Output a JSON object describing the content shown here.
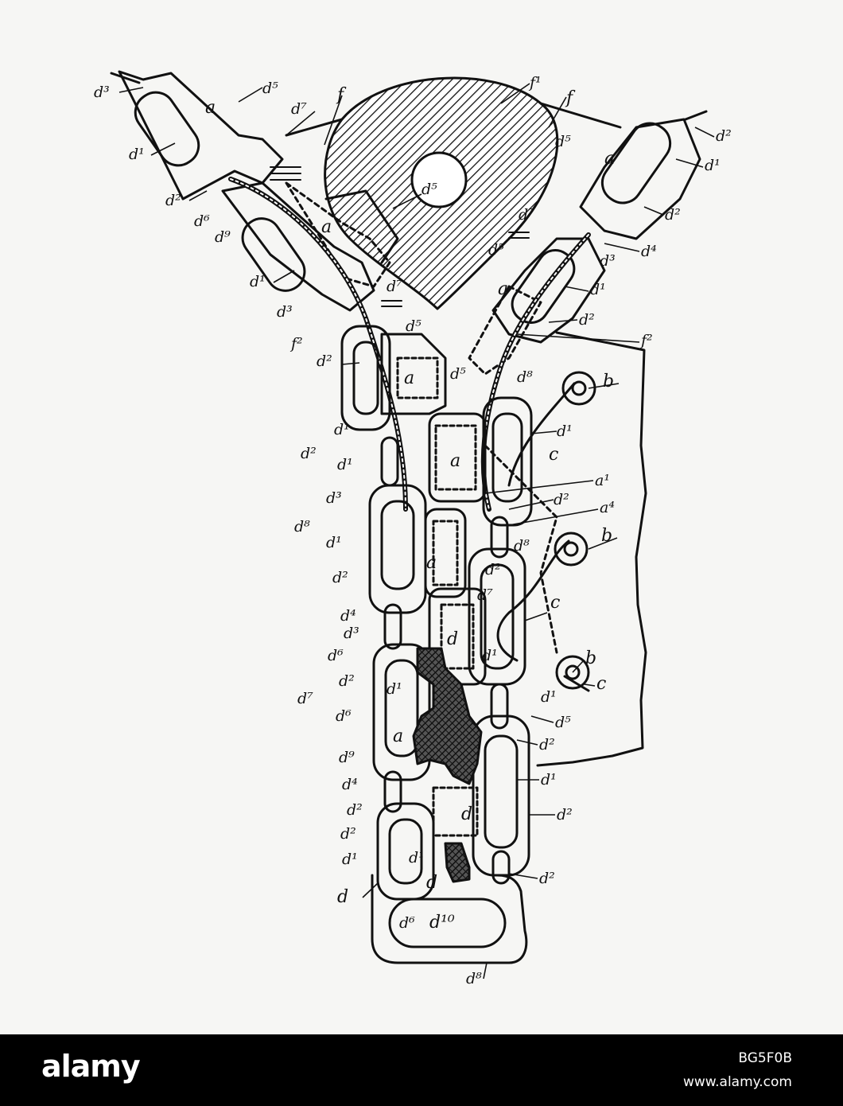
{
  "diagram": {
    "labels": [
      {
        "name": "label-d3-top-left",
        "text": "d³"
      },
      {
        "name": "label-a-top-left",
        "text": "a"
      },
      {
        "name": "label-d5-top-left",
        "text": "d⁵"
      },
      {
        "name": "label-d7-top-left",
        "text": "d⁷"
      },
      {
        "name": "label-f-left",
        "text": "f"
      },
      {
        "name": "label-f1",
        "text": "f¹"
      },
      {
        "name": "label-f-right",
        "text": "f"
      },
      {
        "name": "label-d2-top-right",
        "text": "d²"
      },
      {
        "name": "label-d1-top-left",
        "text": "d¹"
      },
      {
        "name": "label-d5-right",
        "text": "d⁵"
      },
      {
        "name": "label-a-right",
        "text": "a"
      },
      {
        "name": "label-d1-top-right",
        "text": "d¹"
      },
      {
        "name": "label-d2-left-1",
        "text": "d²"
      },
      {
        "name": "label-d5-center",
        "text": "d⁵"
      },
      {
        "name": "label-d2-right-1",
        "text": "d²"
      },
      {
        "name": "label-d6-left",
        "text": "d⁶"
      },
      {
        "name": "label-d9-left",
        "text": "d⁹"
      },
      {
        "name": "label-d7-right",
        "text": "d⁷"
      },
      {
        "name": "label-a-left-2",
        "text": "a"
      },
      {
        "name": "label-d5-right-2",
        "text": "d⁵"
      },
      {
        "name": "label-d3-right-2",
        "text": "d³"
      },
      {
        "name": "label-d4-right-2",
        "text": "d⁴"
      },
      {
        "name": "label-d1-left-2",
        "text": "d¹"
      },
      {
        "name": "label-a-right-2",
        "text": "a"
      },
      {
        "name": "label-d1-right-2",
        "text": "d¹"
      },
      {
        "name": "label-d3-left-2",
        "text": "d³"
      },
      {
        "name": "label-d7-center",
        "text": "d⁷"
      },
      {
        "name": "label-d2-right-3",
        "text": "d²"
      },
      {
        "name": "label-d5-lower",
        "text": "d⁵"
      },
      {
        "name": "label-f2-left",
        "text": "f²"
      },
      {
        "name": "label-f2-right",
        "text": "f²"
      },
      {
        "name": "label-d2-left-3",
        "text": "d²"
      },
      {
        "name": "label-a-mid-left",
        "text": "a"
      },
      {
        "name": "label-d5-mid",
        "text": "d⁵"
      },
      {
        "name": "label-d8-mid",
        "text": "d⁸"
      },
      {
        "name": "label-b-1",
        "text": "b"
      },
      {
        "name": "label-d1-mid-left",
        "text": "d¹"
      },
      {
        "name": "label-d1-mid-right",
        "text": "d¹"
      },
      {
        "name": "label-d2-mid-left",
        "text": "d²"
      },
      {
        "name": "label-d1-mid-left-2",
        "text": "d¹"
      },
      {
        "name": "label-a-mid",
        "text": "a"
      },
      {
        "name": "label-c-1",
        "text": "c"
      },
      {
        "name": "label-a1-right",
        "text": "a¹"
      },
      {
        "name": "label-d3-mid-left",
        "text": "d³"
      },
      {
        "name": "label-d2-mid-right",
        "text": "d²"
      },
      {
        "name": "label-a4-right",
        "text": "a⁴"
      },
      {
        "name": "label-d8-left",
        "text": "d⁸"
      },
      {
        "name": "label-d1-left-3",
        "text": "d¹"
      },
      {
        "name": "label-b-2",
        "text": "b"
      },
      {
        "name": "label-d8-center",
        "text": "d⁸"
      },
      {
        "name": "label-a-center",
        "text": "a"
      },
      {
        "name": "label-d2-center",
        "text": "d²"
      },
      {
        "name": "label-d2-left-4",
        "text": "d²"
      },
      {
        "name": "label-d7-center-2",
        "text": "d⁷"
      },
      {
        "name": "label-c-2",
        "text": "c"
      },
      {
        "name": "label-d4-left",
        "text": "d⁴"
      },
      {
        "name": "label-d3-left-4",
        "text": "d³"
      },
      {
        "name": "label-d-center",
        "text": "d"
      },
      {
        "name": "label-d6-left-2",
        "text": "d⁶"
      },
      {
        "name": "label-d1-center",
        "text": "d¹"
      },
      {
        "name": "label-b-3",
        "text": "b"
      },
      {
        "name": "label-c-3",
        "text": "c"
      },
      {
        "name": "label-d2-left-5",
        "text": "d²"
      },
      {
        "name": "label-d1-lower",
        "text": "d¹"
      },
      {
        "name": "label-d7-lower-left",
        "text": "d⁷"
      },
      {
        "name": "label-d1-lower-right",
        "text": "d¹"
      },
      {
        "name": "label-d6-lower-left",
        "text": "d⁶"
      },
      {
        "name": "label-d5-lower-right",
        "text": "d⁵"
      },
      {
        "name": "label-a-lower",
        "text": "a"
      },
      {
        "name": "label-d2-lower-right",
        "text": "d²"
      },
      {
        "name": "label-d9-lower-left",
        "text": "d⁹"
      },
      {
        "name": "label-d1-lower-right-2",
        "text": "d¹"
      },
      {
        "name": "label-d4-lower-left",
        "text": "d⁴"
      },
      {
        "name": "label-d2-lower-left",
        "text": "d²"
      },
      {
        "name": "label-d-lower",
        "text": "d"
      },
      {
        "name": "label-d2-lower-right-2",
        "text": "d²"
      },
      {
        "name": "label-d2-bottom-left",
        "text": "d²"
      },
      {
        "name": "label-d1-bottom-left",
        "text": "d¹"
      },
      {
        "name": "label-d1-bottom-center",
        "text": "d¹"
      },
      {
        "name": "label-d-bottom",
        "text": "d"
      },
      {
        "name": "label-d-bottom-center",
        "text": "d"
      },
      {
        "name": "label-d2-bottom-right",
        "text": "d²"
      },
      {
        "name": "label-d6-bottom",
        "text": "d⁶"
      },
      {
        "name": "label-d10-bottom",
        "text": "d¹⁰"
      },
      {
        "name": "label-d8-bottom",
        "text": "d⁸"
      }
    ]
  },
  "footer": {
    "brand": "alamy",
    "image_id": "BG5F0B",
    "site_url": "www.alamy.com"
  }
}
